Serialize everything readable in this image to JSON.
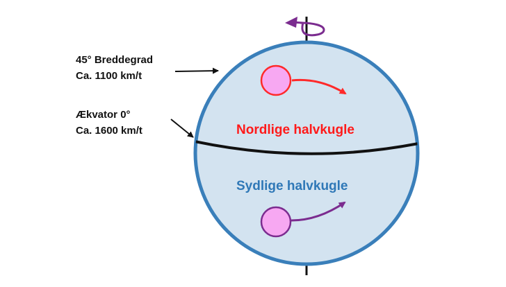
{
  "labels": {
    "latitude_45": {
      "line1": "45° Breddegrad",
      "line2": "Ca. 1100 km/t"
    },
    "equator": {
      "line1": "Ækvator 0°",
      "line2": "Ca. 1600 km/t"
    },
    "northern_hemisphere": "Nordlige halvkugle",
    "southern_hemisphere": "Sydlige halvkugle"
  },
  "colors": {
    "globe_fill": "#d3e3f0",
    "globe_outline": "#3a7fba",
    "equator_line": "#111111",
    "axis": "#111111",
    "north_text": "#ff1a1a",
    "south_text": "#2f78b7",
    "north_arrow": "#ff2a2a",
    "south_arrow": "#7b2c8f",
    "ball_fill": "#f7a8f2",
    "rotation_arrow": "#7b2c8f"
  },
  "icons": {
    "rotation": "counter-clockwise-rotation-arrow-icon",
    "north_ball": "moving-ball-icon",
    "south_ball": "moving-ball-icon"
  }
}
